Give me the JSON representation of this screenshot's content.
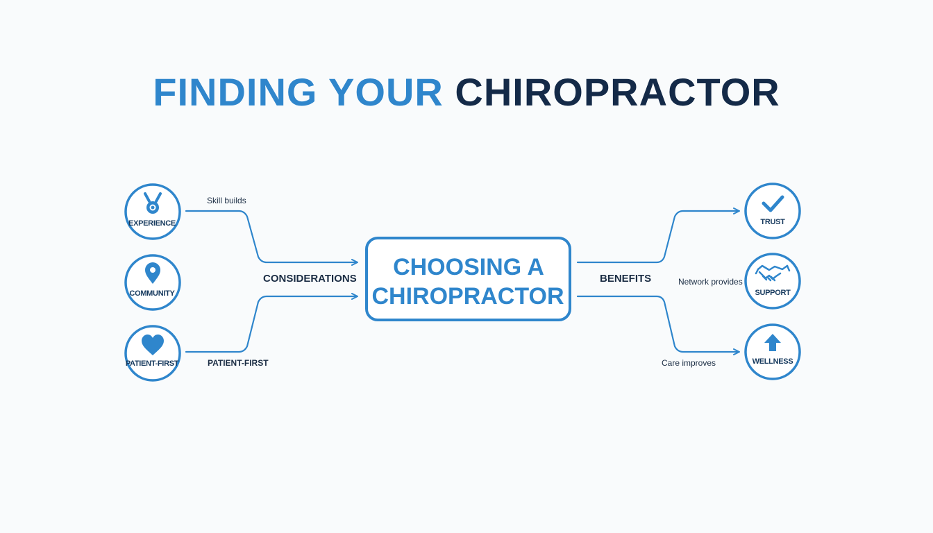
{
  "title": {
    "part1": "FINDING YOUR",
    "part2": "CHIROPRACTOR"
  },
  "center": {
    "line1": "CHOOSING A",
    "line2": "CHIROPRACTOR"
  },
  "left_nodes": [
    {
      "label": "EXPERIENCE",
      "icon": "medal-icon"
    },
    {
      "label": "COMMUNITY",
      "icon": "map-pin-icon"
    },
    {
      "label": "PATIENT-FIRST",
      "icon": "heart-icon"
    }
  ],
  "right_nodes": [
    {
      "label": "TRUST",
      "icon": "checkmark-icon"
    },
    {
      "label": "SUPPORT",
      "icon": "handshake-icon"
    },
    {
      "label": "WELLNESS",
      "icon": "arrow-up-icon"
    }
  ],
  "flow_labels": {
    "skill_builds": "Skill builds",
    "considerations": "CONSIDERATIONS",
    "patient_first": "PATIENT-FIRST",
    "benefits": "BENEFITS",
    "network_provides": "Network provides",
    "care_improves": "Care improves"
  },
  "colors": {
    "accent": "#2f86cc",
    "dark": "#142a48",
    "background": "#f9fbfc"
  }
}
